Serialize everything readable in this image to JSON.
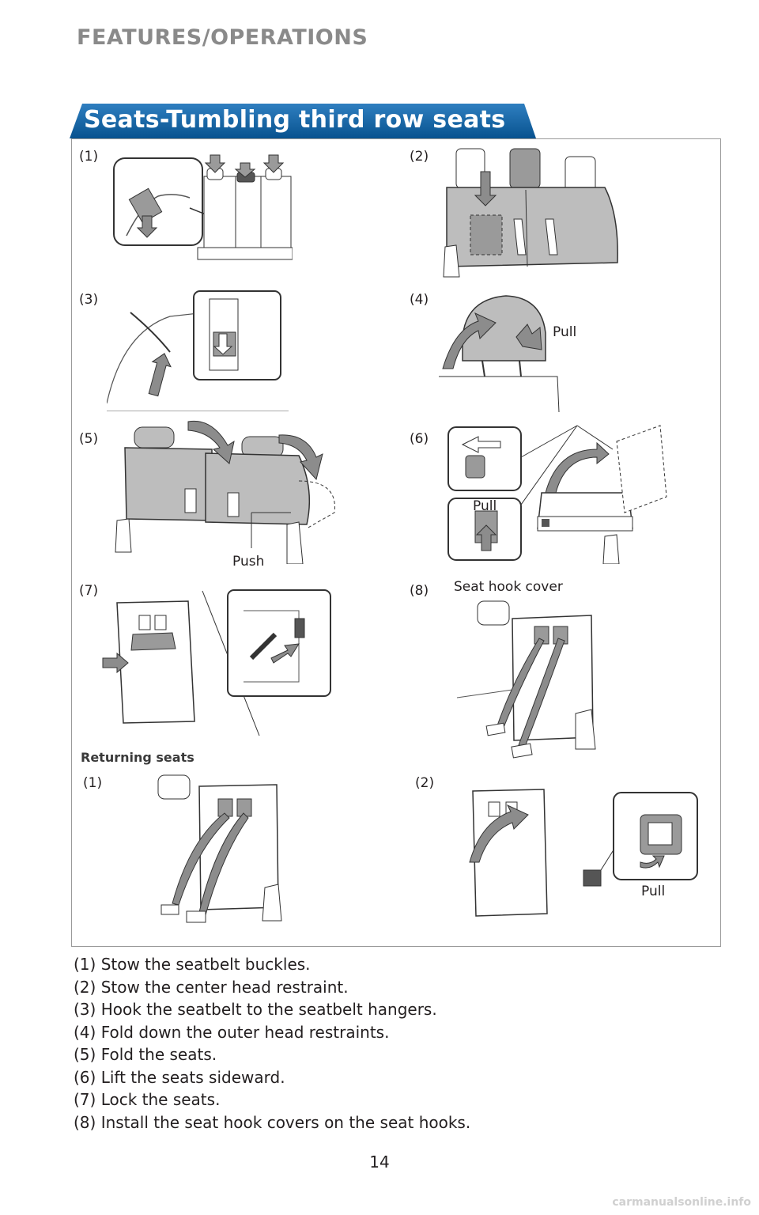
{
  "header": {
    "section_label": "FEATURES/OPERATIONS",
    "title": "Seats-Tumbling third row seats"
  },
  "figure": {
    "panels": [
      {
        "label": "(1)"
      },
      {
        "label": "(2)"
      },
      {
        "label": "(3)"
      },
      {
        "label": "(4)",
        "callout": "Pull"
      },
      {
        "label": "(5)",
        "callout": "Push"
      },
      {
        "label": "(6)",
        "callout": "Pull"
      },
      {
        "label": "(7)"
      },
      {
        "label": "(8)",
        "callout": "Seat hook cover"
      }
    ],
    "returning_heading": "Returning seats",
    "returning_panels": [
      {
        "label": "(1)"
      },
      {
        "label": "(2)",
        "callout": "Pull"
      }
    ]
  },
  "steps": [
    "(1) Stow the seatbelt buckles.",
    "(2) Stow the center head restraint.",
    "(3) Hook the seatbelt to the seatbelt hangers.",
    "(4) Fold down the outer head restraints.",
    "(5) Fold the seats.",
    "(6) Lift the seats sideward.",
    "(7) Lock the seats.",
    "(8) Install the seat hook covers on the seat hooks."
  ],
  "footer": {
    "page_number": "14",
    "watermark": "carmanualsonline.info"
  },
  "colors": {
    "title_bar": "#0a5a9c",
    "arrow_gray": "#8c8c8c",
    "seat_fill": "#bdbdbd",
    "frame_border": "#9a9a9a"
  }
}
